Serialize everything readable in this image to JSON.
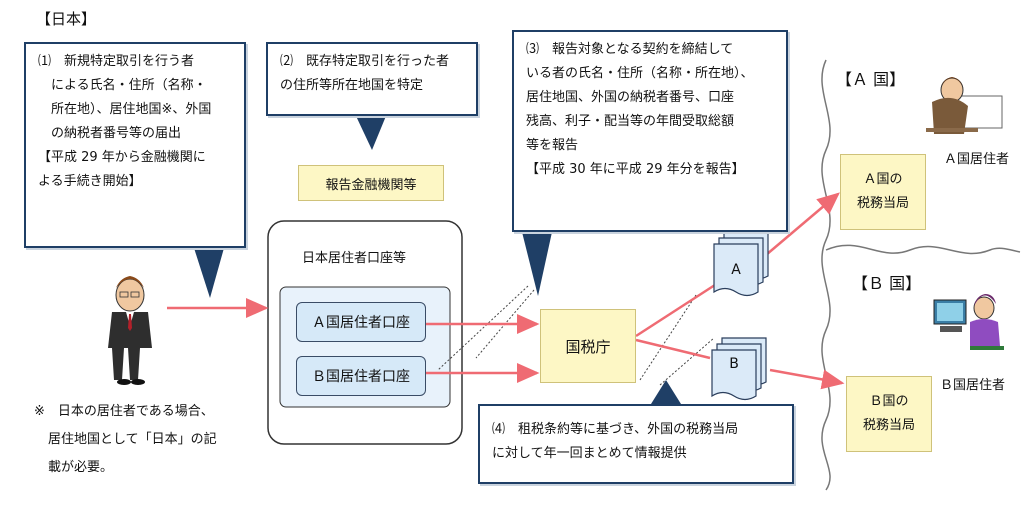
{
  "japan_label": "【日本】",
  "note1": {
    "lines": [
      "⑴　新規特定取引を行う者",
      "　による氏名・住所（名称・",
      "　所在地）、居住地国※、外国",
      "　の納税者番号等の届出"
    ],
    "sub": [
      "【平成 29 年から金融機関に",
      "よる手続き開始】"
    ]
  },
  "note2": {
    "lines": [
      "⑵　既存特定取引を行った者",
      "の住所等所在地国を特定"
    ]
  },
  "note3": {
    "lines": [
      "⑶　報告対象となる契約を締結して",
      "いる者の氏名・住所（名称・所在地）、",
      "居住地国、外国の納税者番号、口座",
      "残高、利子・配当等の年間受取総額",
      "等を報告"
    ],
    "sub": [
      "【平成 30 年に平成 29 年分を報告】"
    ]
  },
  "note4": {
    "lines": [
      "⑷　租税条約等に基づき、外国の税務当局",
      "に対して年一回まとめて情報提供"
    ]
  },
  "footnote": [
    "※　日本の居住者である場合、",
    "居住地国として「日本」の記",
    "載が必要。"
  ],
  "fin_inst": "報告金融機関等",
  "group_title": "日本居住者口座等",
  "acct_a": "Ａ国居住者口座",
  "acct_b": "Ｂ国居住者口座",
  "nta": "国税庁",
  "doc_a": "A",
  "doc_b": "B",
  "country_a": "【Ａ 国】",
  "country_b": "【Ｂ 国】",
  "auth_a": [
    "Ａ国の",
    "税務当局"
  ],
  "auth_b": [
    "Ｂ国の",
    "税務当局"
  ],
  "resident_a": "Ａ国居住者",
  "resident_b": "Ｂ国居住者",
  "colors": {
    "note_border": "#1f3f66",
    "arrow": "#ef6b73",
    "yellow_fill": "#fdf7c5",
    "blue_fill": "#d6e9f8",
    "pointer": "#1f3f66"
  }
}
